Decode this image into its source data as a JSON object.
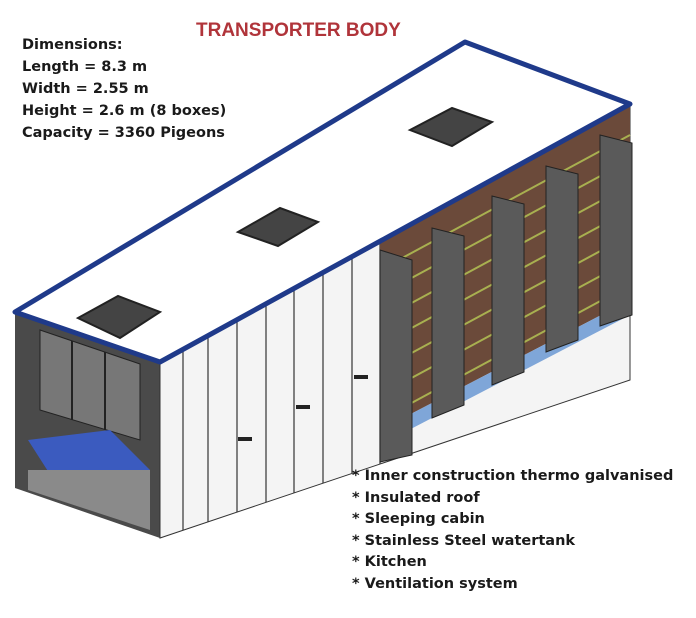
{
  "title": "TRANSPORTER BODY",
  "dimensions": {
    "heading": "Dimensions:",
    "length": "Length = 8.3 m",
    "width": "Width = 2.55 m",
    "height": "Height = 2.6 m (8 boxes)",
    "capacity": "Capacity = 3360 Pigeons"
  },
  "features": [
    "Inner construction thermo galvanised",
    "Insulated roof",
    "Sleeping cabin",
    "Stainless Steel watertank",
    "Kitchen",
    "Ventilation system"
  ],
  "colors": {
    "title": "#b0343a",
    "roof_edge": "#1f3a8a",
    "door": "#5a5a5a",
    "shelf": "#a8b050"
  }
}
